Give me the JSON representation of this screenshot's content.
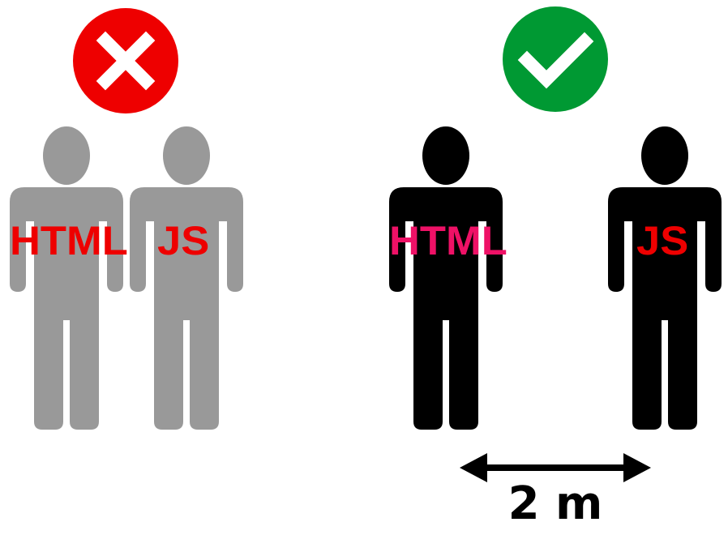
{
  "wrong_group": {
    "badge_icon": "close-icon",
    "badge_color": "#ee0000",
    "figure_color": "#999999",
    "person_left_label": "HTML",
    "person_right_label": "JS",
    "label_color": "#ee0000"
  },
  "right_group": {
    "badge_icon": "check-icon",
    "badge_color": "#009933",
    "figure_color": "#000000",
    "person_left_label": "HTML",
    "person_left_label_color": "#ee1166",
    "person_right_label": "JS",
    "person_right_label_color": "#ee0000"
  },
  "distance": {
    "label": "2 m",
    "icon": "double-arrow-icon"
  }
}
